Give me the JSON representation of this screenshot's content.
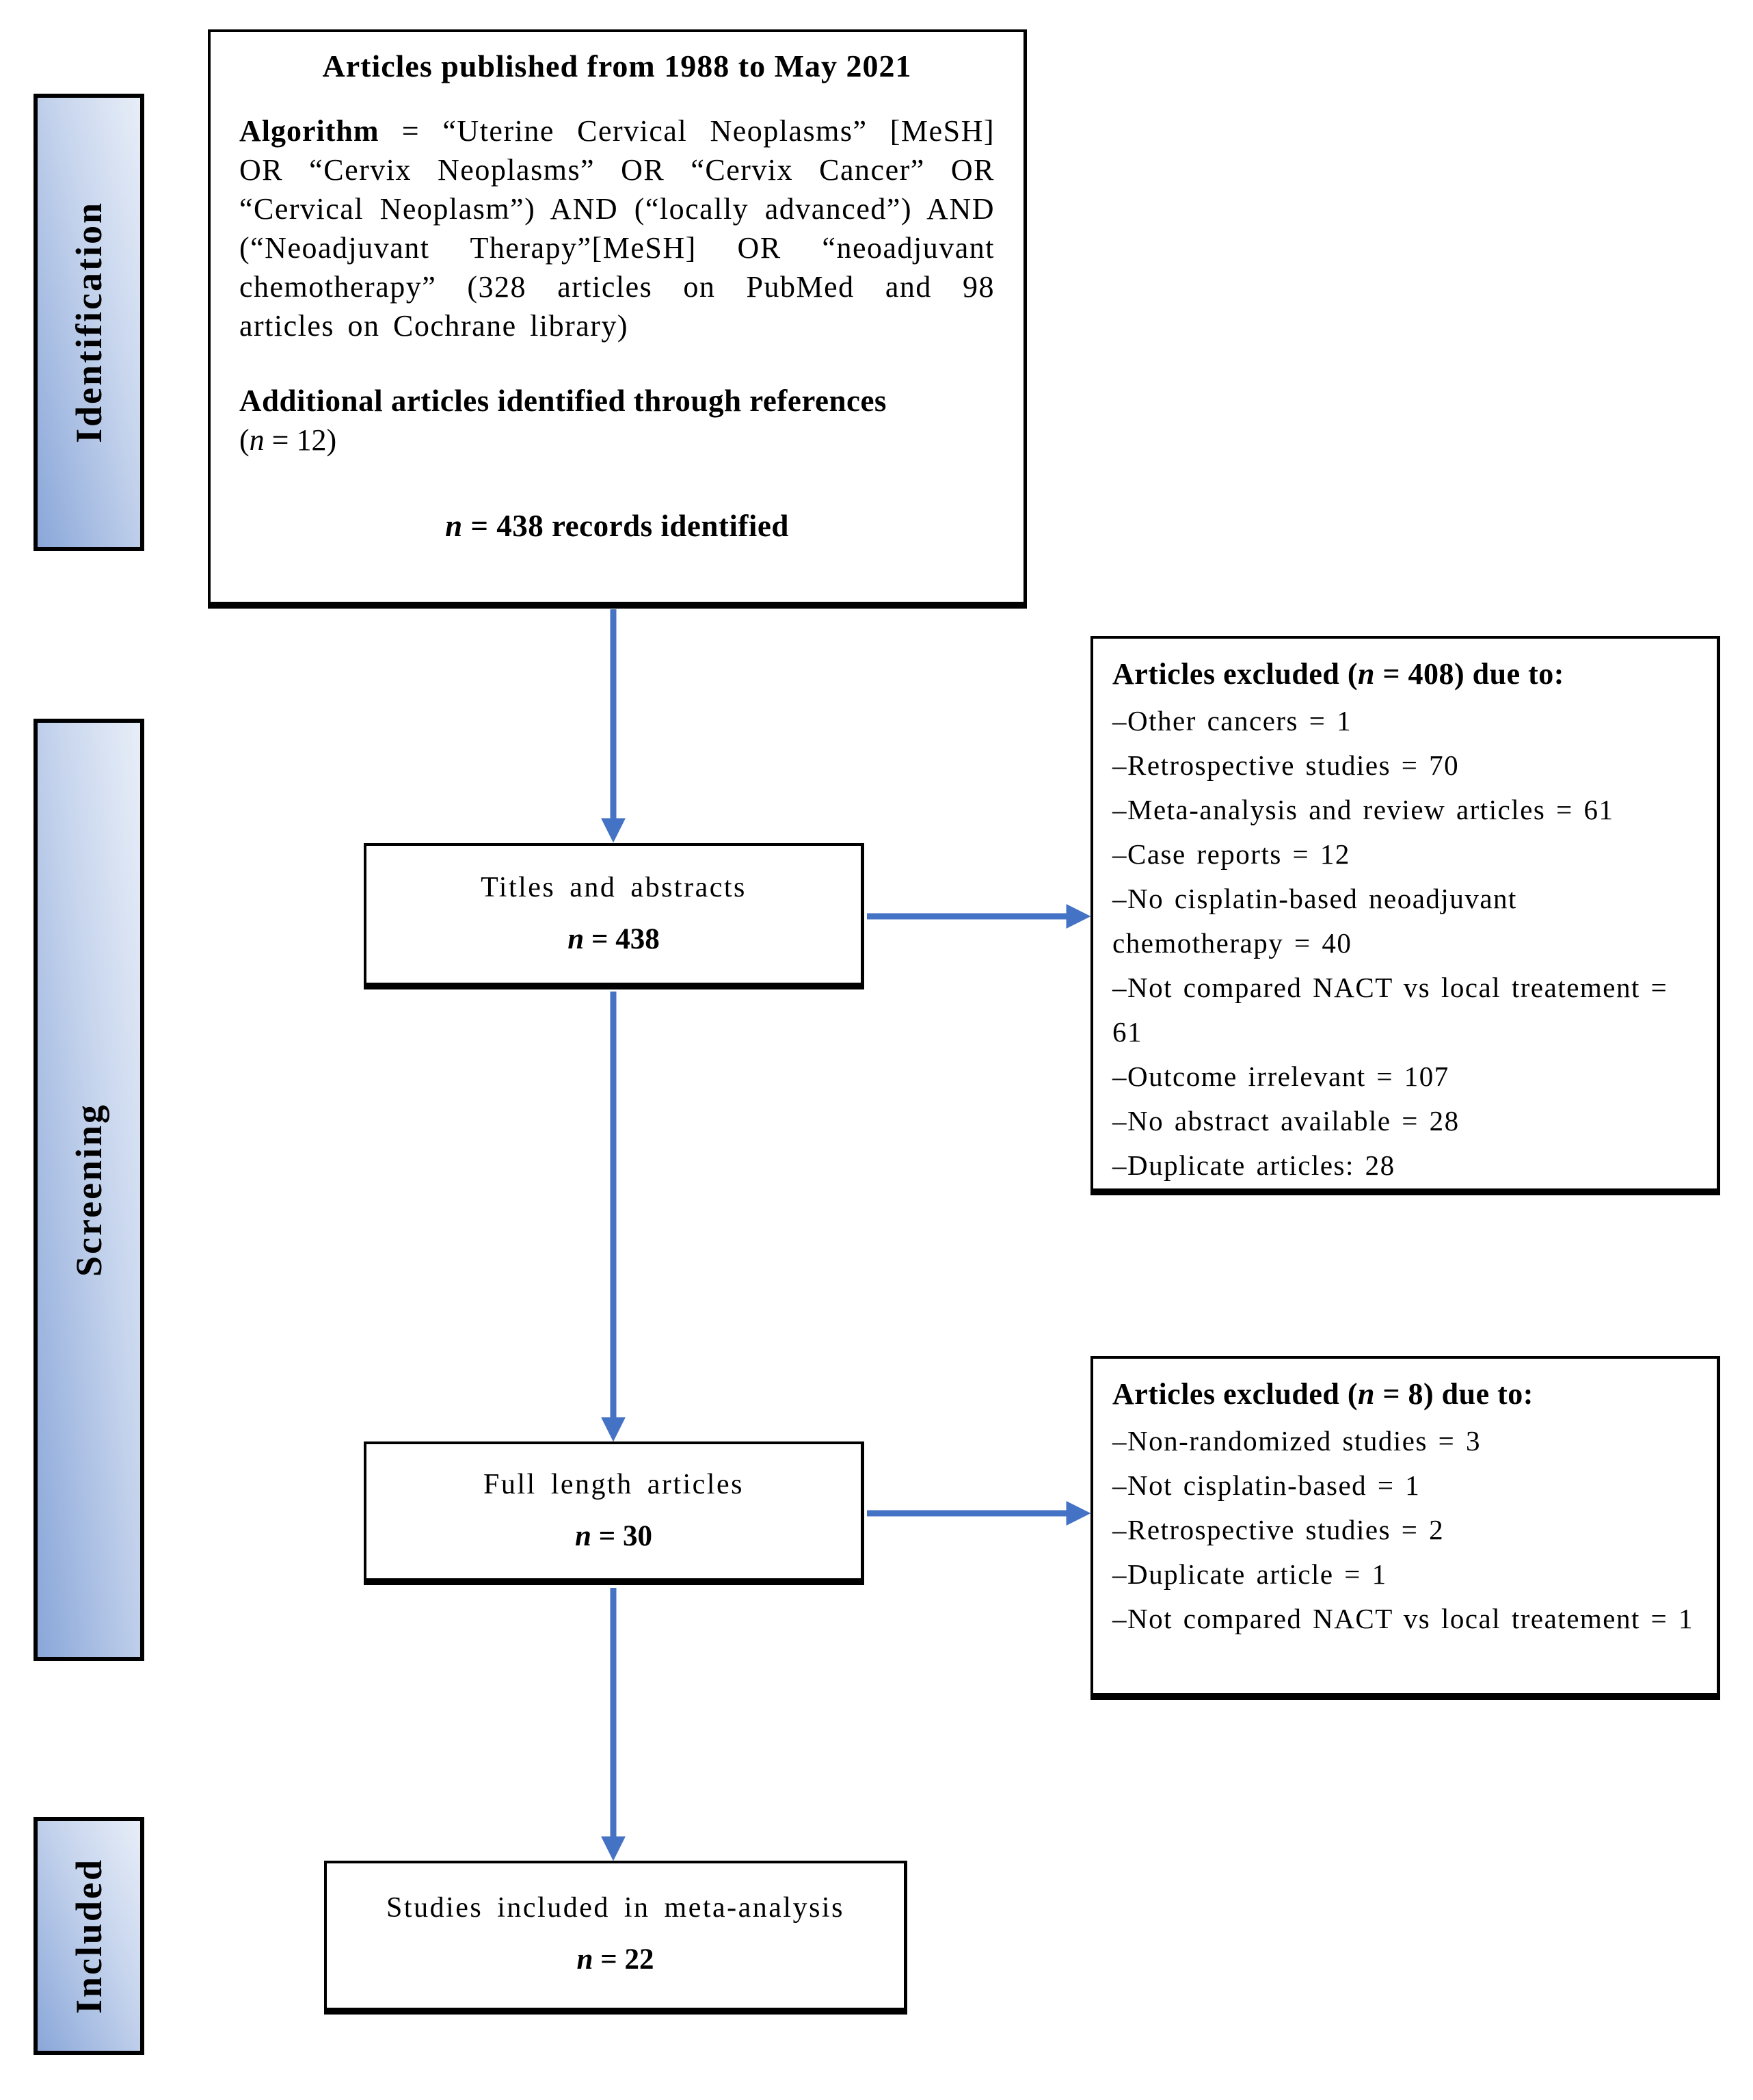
{
  "colors": {
    "arrow_blue": "#4472C4",
    "stage_fill_dark": "#8AA7D9",
    "stage_fill_light": "#E8EEF8",
    "border_black": "#000000"
  },
  "stages": [
    {
      "label": "Identification"
    },
    {
      "label": "Screening"
    },
    {
      "label": "Included"
    }
  ],
  "identification_box": {
    "title": "Articles published from 1988 to May 2021",
    "algorithm_label": "Algorithm",
    "algorithm_text": " = “Uterine Cervical Neoplasms” [MeSH] OR “Cervix Neoplasms” OR “Cervix Cancer” OR “Cervical Neoplasm”) AND (“locally advanced”) AND (“Neoadjuvant Therapy”[MeSH] OR “neoadjuvant chemotherapy” (328 articles on PubMed and 98 articles on Cochrane library)",
    "additional_title": "Additional articles identified through references",
    "additional_note": {
      "open": "(",
      "n": "n",
      "rest": " = 12)"
    },
    "records": {
      "n": "n",
      "rest": " = 438 records identified"
    }
  },
  "titles_box": {
    "line1": "Titles and abstracts",
    "n": "n",
    "rest": " = 438"
  },
  "fulllength_box": {
    "line1": "Full length articles",
    "n": "n",
    "rest": " = 30"
  },
  "studies_box": {
    "line1": "Studies included in meta-analysis",
    "n": "n",
    "rest": " = 22"
  },
  "excluded_box1": {
    "title": {
      "pre": "Articles excluded (",
      "n": "n",
      "post": " = 408) due to:"
    },
    "items": [
      "–Other cancers = 1",
      "–Retrospective studies = 70",
      "–Meta-analysis and review articles = 61",
      "–Case reports = 12",
      "–No cisplatin-based neoadjuvant chemotherapy = 40",
      "–Not compared NACT vs local treatement = 61",
      "–Outcome irrelevant = 107",
      "–No abstract available = 28",
      "–Duplicate articles: 28"
    ]
  },
  "excluded_box2": {
    "title": {
      "pre": "Articles excluded (",
      "n": "n",
      "post": " = 8) due to:"
    },
    "items": [
      "–Non-randomized studies = 3",
      "–Not cisplatin-based = 1",
      "–Retrospective studies = 2",
      "–Duplicate article = 1",
      "–Not compared NACT vs local treatement = 1"
    ]
  }
}
